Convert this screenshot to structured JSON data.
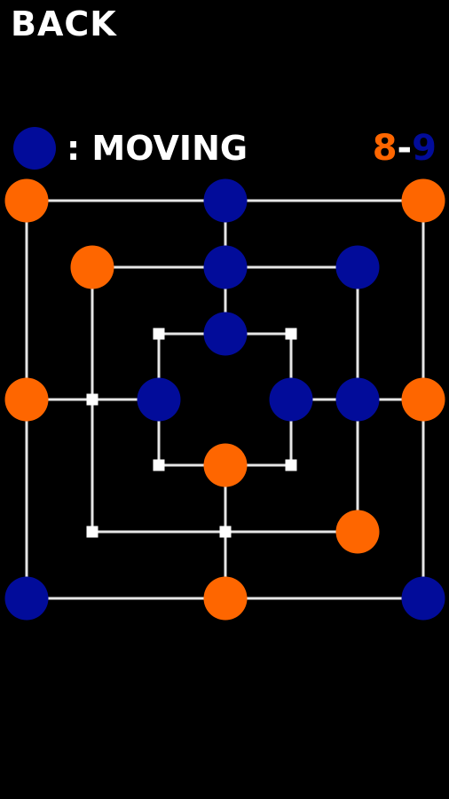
{
  "back_label": "BACK",
  "status": {
    "label": ": MOVING",
    "current_player": "blue"
  },
  "score": {
    "orange": "8",
    "separator": "-",
    "blue": "9"
  },
  "colors": {
    "orange": "#fe6600",
    "blue": "#020c9a",
    "line": "#e6e6e6",
    "background": "#000000",
    "empty_point": "#ffffff"
  },
  "board": {
    "points": [
      {
        "id": "a7",
        "piece": "orange"
      },
      {
        "id": "d7",
        "piece": "blue"
      },
      {
        "id": "g7",
        "piece": "orange"
      },
      {
        "id": "b6",
        "piece": "orange"
      },
      {
        "id": "d6",
        "piece": "blue"
      },
      {
        "id": "f6",
        "piece": "blue"
      },
      {
        "id": "c5",
        "piece": null
      },
      {
        "id": "d5",
        "piece": "blue"
      },
      {
        "id": "e5",
        "piece": null
      },
      {
        "id": "a4",
        "piece": "orange"
      },
      {
        "id": "b4",
        "piece": null
      },
      {
        "id": "c4",
        "piece": "blue"
      },
      {
        "id": "e4",
        "piece": "blue"
      },
      {
        "id": "f4",
        "piece": "blue"
      },
      {
        "id": "g4",
        "piece": "orange"
      },
      {
        "id": "c3",
        "piece": null
      },
      {
        "id": "d3",
        "piece": "orange"
      },
      {
        "id": "e3",
        "piece": null
      },
      {
        "id": "b2",
        "piece": null
      },
      {
        "id": "d2",
        "piece": null
      },
      {
        "id": "f2",
        "piece": "orange"
      },
      {
        "id": "a1",
        "piece": "blue"
      },
      {
        "id": "d1",
        "piece": "orange"
      },
      {
        "id": "g1",
        "piece": "blue"
      }
    ]
  }
}
